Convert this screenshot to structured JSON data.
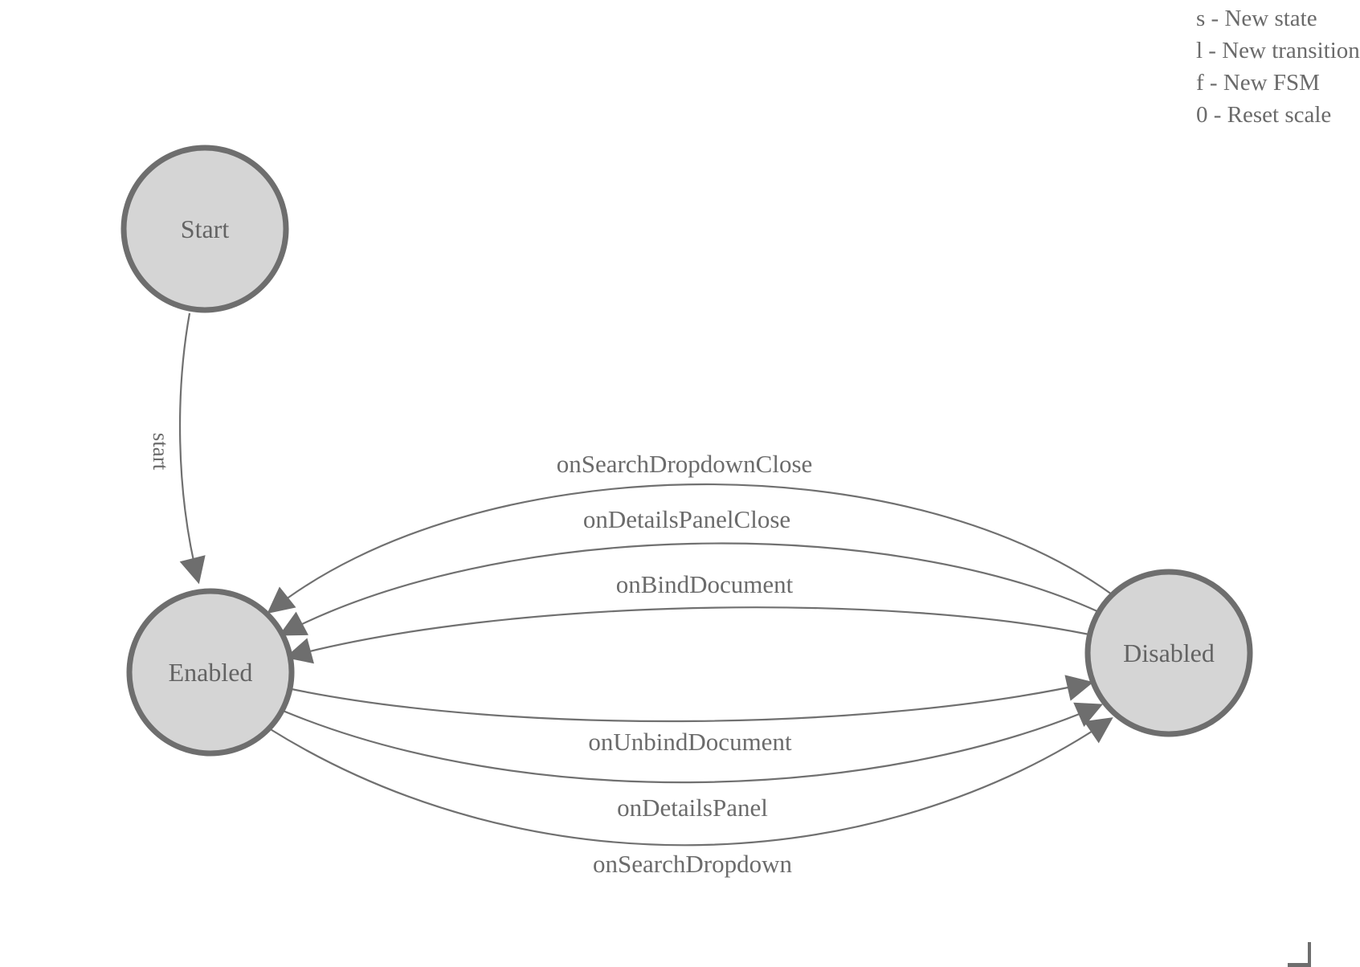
{
  "colors": {
    "node_fill": "#d5d5d5",
    "node_stroke": "#6e6e6e",
    "edge_stroke": "#707070",
    "label_text": "#6b6b6b"
  },
  "legend": {
    "lines": [
      "s - New state",
      "l - New transition",
      "f - New FSM",
      "0 - Reset scale"
    ]
  },
  "nodes": [
    {
      "id": "start",
      "label": "Start"
    },
    {
      "id": "enabled",
      "label": "Enabled"
    },
    {
      "id": "disabled",
      "label": "Disabled"
    }
  ],
  "edges": [
    {
      "label": "start",
      "from": "Start",
      "to": "Enabled"
    },
    {
      "label": "onSearchDropdownClose",
      "from": "Disabled",
      "to": "Enabled"
    },
    {
      "label": "onDetailsPanelClose",
      "from": "Disabled",
      "to": "Enabled"
    },
    {
      "label": "onBindDocument",
      "from": "Disabled",
      "to": "Enabled"
    },
    {
      "label": "onUnbindDocument",
      "from": "Enabled",
      "to": "Disabled"
    },
    {
      "label": "onDetailsPanel",
      "from": "Enabled",
      "to": "Disabled"
    },
    {
      "label": "onSearchDropdown",
      "from": "Enabled",
      "to": "Disabled"
    }
  ]
}
